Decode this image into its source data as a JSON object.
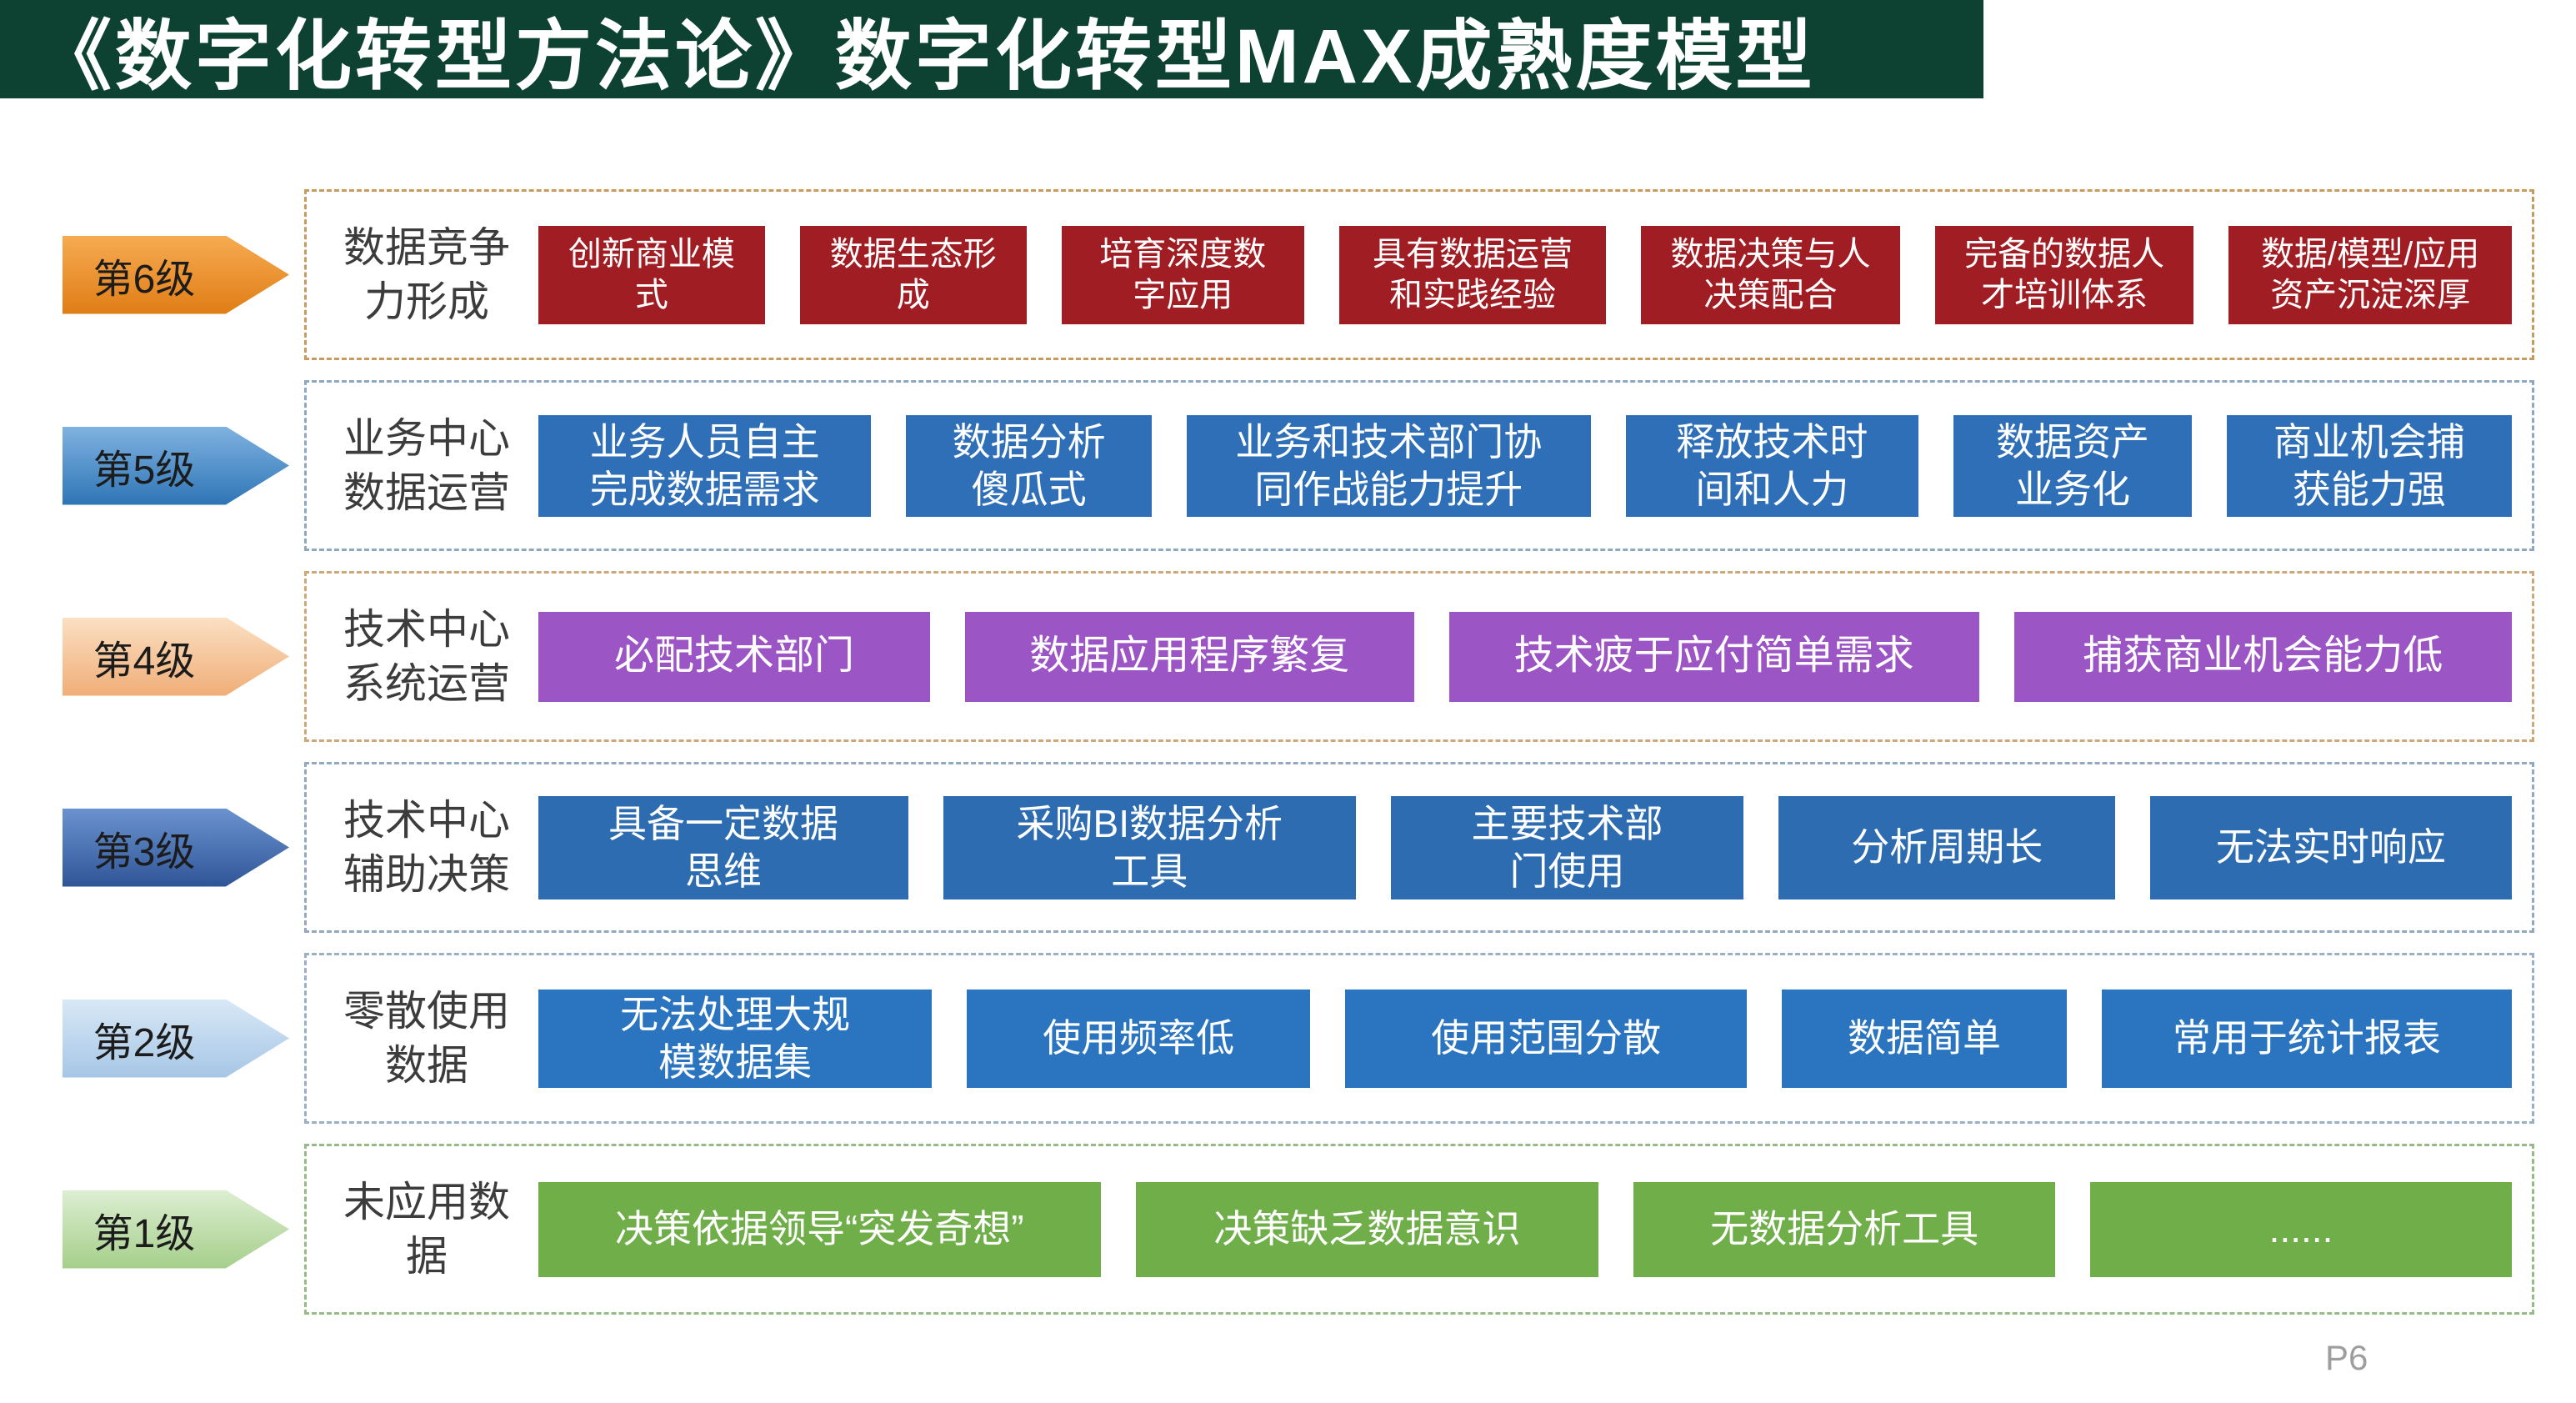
{
  "slide": {
    "title": "《数字化转型方法论》数字化转型MAX成熟度模型",
    "page_number": "P6",
    "header_bg_color": "#0d4233",
    "background_color": "#ffffff"
  },
  "levels": [
    {
      "id": "level-6",
      "arrow_label": "第6级",
      "stage_label": "数据竞争力形成",
      "theme": {
        "box_color": "#a01d23",
        "arrow_color_top": "#f6ab52",
        "arrow_color_bottom": "#e07d15",
        "dash_border_color": "#c79a5e"
      },
      "boxes": [
        "创新商业模式",
        "数据生态形成",
        "培育深度数字应用",
        "具有数据运营和实践经验",
        "数据决策与人决策配合",
        "完备的数据人才培训体系",
        "数据/模型/应用资产沉淀深厚"
      ]
    },
    {
      "id": "level-5",
      "arrow_label": "第5级",
      "stage_label": "业务中心数据运营",
      "theme": {
        "box_color": "#2e6fb7",
        "arrow_color_top": "#7fb2e0",
        "arrow_color_bottom": "#2e75b6",
        "dash_border_color": "#8fa8c0"
      },
      "boxes": [
        "业务人员自主完成数据需求",
        "数据分析傻瓜式",
        "业务和技术部门协同作战能力提升",
        "释放技术时间和人力",
        "数据资产业务化",
        "商业机会捕获能力强"
      ]
    },
    {
      "id": "level-4",
      "arrow_label": "第4级",
      "stage_label": "技术中心系统运营",
      "theme": {
        "box_color": "#9c55c5",
        "arrow_color_top": "#fbe0c3",
        "arrow_color_bottom": "#f0ad77",
        "dash_border_color": "#cfa879"
      },
      "boxes": [
        "必配技术部门",
        "数据应用程序繁复",
        "技术疲于应付简单需求",
        "捕获商业机会能力低"
      ]
    },
    {
      "id": "level-3",
      "arrow_label": "第3级",
      "stage_label": "技术中心辅助决策",
      "theme": {
        "box_color": "#2e6cb2",
        "arrow_color_top": "#6b93cf",
        "arrow_color_bottom": "#2f5597",
        "dash_border_color": "#93a9bf"
      },
      "boxes": [
        "具备一定数据思维",
        "采购BI数据分析工具",
        "主要技术部门使用",
        "分析周期长",
        "无法实时响应"
      ]
    },
    {
      "id": "level-2",
      "arrow_label": "第2级",
      "stage_label": "零散使用数据",
      "theme": {
        "box_color": "#2a74c0",
        "arrow_color_top": "#d8e8f6",
        "arrow_color_bottom": "#a6c6e6",
        "dash_border_color": "#9ab0c4"
      },
      "boxes": [
        "无法处理大规模数据集",
        "使用频率低",
        "使用范围分散",
        "数据简单",
        "常用于统计报表"
      ]
    },
    {
      "id": "level-1",
      "arrow_label": "第1级",
      "stage_label": "未应用数据",
      "theme": {
        "box_color": "#6fae49",
        "arrow_color_top": "#ddeed2",
        "arrow_color_bottom": "#a5cf8a",
        "dash_border_color": "#96bb86"
      },
      "boxes": [
        "决策依据领导“突发奇想”",
        "决策缺乏数据意识",
        "无数据分析工具",
        "......"
      ]
    }
  ]
}
